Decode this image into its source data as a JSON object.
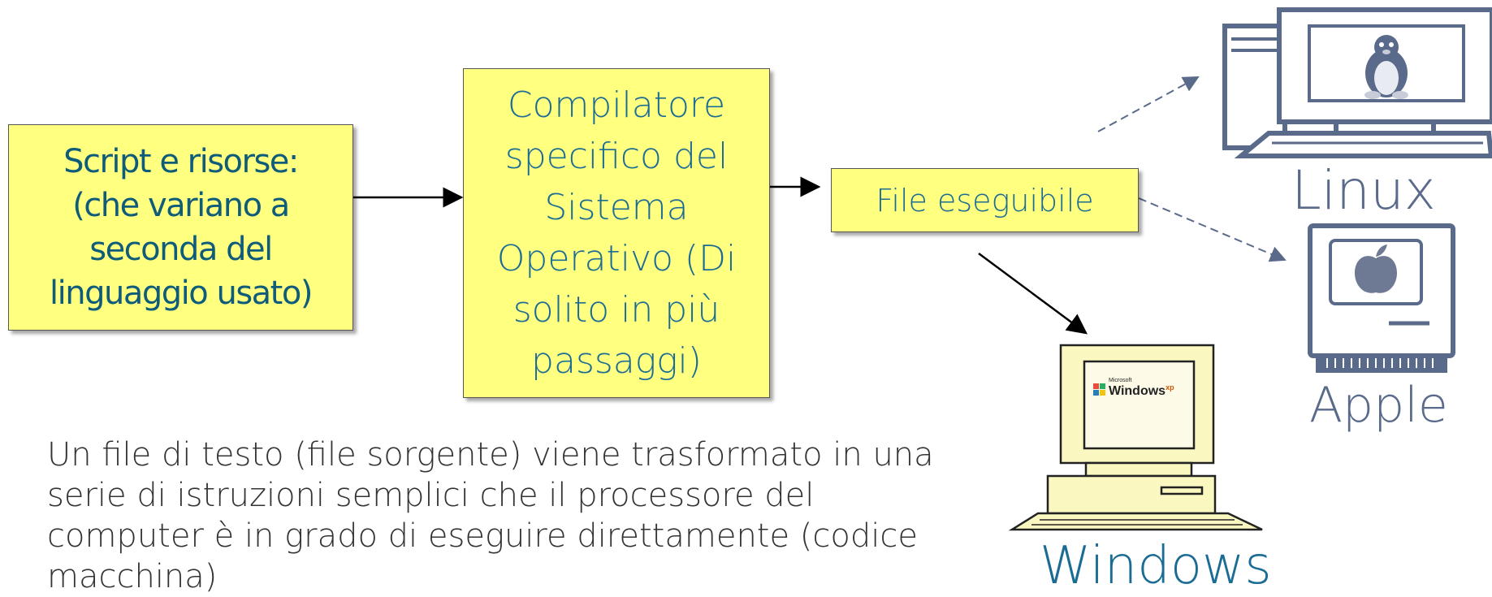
{
  "boxes": {
    "script": {
      "lines": [
        "Script e risorse:",
        "(che variano a",
        "seconda del",
        "linguaggio usato)"
      ]
    },
    "compiler": {
      "lines": [
        "Compilatore",
        "specifico del",
        "Sistema",
        "Operativo (Di",
        "solito in più",
        "passaggi)"
      ]
    },
    "executable": {
      "label": "File eseguibile"
    }
  },
  "description": "Un file di testo (file sorgente) viene trasformato in una serie di istruzioni semplici che il processore del computer è in grado di eseguire direttamente (codice macchina)",
  "os": {
    "linux": "Linux",
    "apple": "Apple",
    "windows": "Windows",
    "windows_screen": "Windows",
    "windows_screen_sup": "xp",
    "windows_screen_small": "Microsoft"
  },
  "colors": {
    "box_fill": "#ffff80",
    "box_text": "#1b6c94",
    "os_outline": "#5a6a8a",
    "windows_fill": "#fbf7c0"
  }
}
